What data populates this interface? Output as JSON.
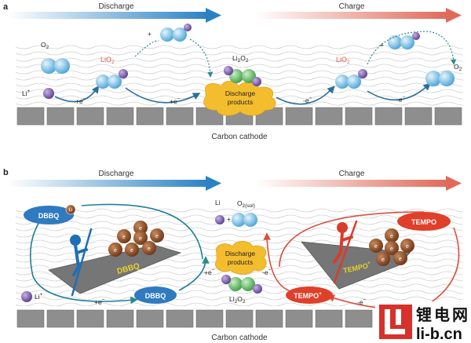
{
  "panel_a": {
    "letter": "a",
    "discharge_label": "Discharge",
    "charge_label": "Charge",
    "o2_left": "O",
    "o2_left_sub": "2",
    "lio2_left": "LiO",
    "lio2_left_sub": "2",
    "li_plus": "Li",
    "li_plus_sup": "+",
    "e1": "+e",
    "e2": "+e",
    "plus_sign": "+",
    "li2o2": "Li",
    "li2o2_sub1": "2",
    "li2o2_o": "O",
    "li2o2_sub2": "2",
    "products_line1": "Discharge",
    "products_line2": "products",
    "e3": "-e",
    "lio2_right": "LiO",
    "lio2_right_sub": "2",
    "plus_sign_right": "+",
    "e4": "-e",
    "o2_right": "O",
    "o2_right_sub": "2",
    "cathode": "Carbon cathode"
  },
  "panel_b": {
    "letter": "b",
    "discharge_label": "Discharge",
    "charge_label": "Charge",
    "dbbq_top": "DBBQ",
    "dbbq_boat": "DBBQ",
    "dbbq_bottom": "DBBQ",
    "li_plus": "Li",
    "li_plus_sup": "+",
    "e_left": "+e",
    "li_center": "Li",
    "o2_sol": "O",
    "o2_sol_sub": "2(sol)",
    "products_line1": "Discharge",
    "products_line2": "products",
    "e_center_left": "+e",
    "e_center_right": "-e",
    "li2o2": "Li",
    "li2o2_sub1": "2",
    "li2o2_o": "O",
    "li2o2_sub2": "2",
    "tempo_top": "TEMPO",
    "tempo_boat": "TEMPO",
    "tempo_boat_sup": "+",
    "tempo_bottom": "TEMPO",
    "tempo_bottom_sup": "+",
    "e_right": "-e",
    "electron": "e",
    "cathode": "Carbon cathode"
  },
  "watermark": {
    "cn": "锂电网",
    "en": "li-b.cn"
  },
  "colors": {
    "discharge_arrow": "#2a82c4",
    "charge_arrow": "#e06a5a",
    "o2_blue": "#6ab7e0",
    "li_purple": "#7b5aa6",
    "green": "#5dbb63",
    "products_yellow": "#f4bd2e",
    "dbbq_blue": "#2f7ac0",
    "tempo_red": "#e0402a",
    "electron_brown": "#8a4a26",
    "cathode_grey": "#8e8e8e"
  }
}
